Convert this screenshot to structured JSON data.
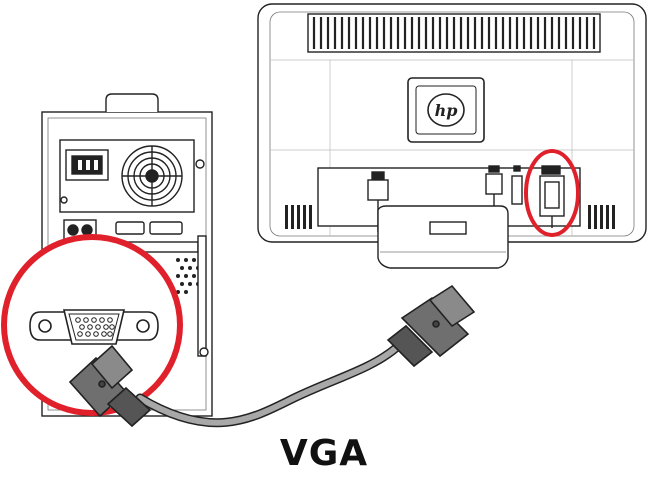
{
  "diagram": {
    "caption": "VGA",
    "monitor_logo": "hp",
    "colors": {
      "highlight": "#e0202a",
      "line": "#222222",
      "cable": "#a8a8a8"
    },
    "icons": [
      "computer-tower",
      "monitor-back",
      "vga-port",
      "vga-cable",
      "vga-connector"
    ]
  }
}
